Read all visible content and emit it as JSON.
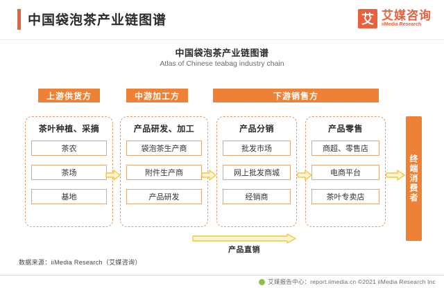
{
  "header": {
    "title": "中国袋泡茶产业链图谱",
    "logo": {
      "mark": "艾",
      "cn": "艾媒咨询",
      "en": "iiMedia Research"
    }
  },
  "chart_data": {
    "type": "diagram",
    "title": "中国袋泡茶产业链图谱",
    "subtitle": "Atlas of Chinese teabag industry chain",
    "stages": [
      {
        "label": "上游供货方"
      },
      {
        "label": "中游加工方"
      },
      {
        "label": "下游销售方"
      }
    ],
    "groups": [
      {
        "title": "茶叶种植、采摘",
        "items": [
          "茶农",
          "茶场",
          "基地"
        ]
      },
      {
        "title": "产品研发、加工",
        "items": [
          "袋泡茶生产商",
          "附件生产商",
          "产品研发"
        ]
      },
      {
        "title": "产品分销",
        "items": [
          "批发市场",
          "网上批发商城",
          "经销商"
        ]
      },
      {
        "title": "产品零售",
        "items": [
          "商超、零售店",
          "电商平台",
          "茶叶专卖店"
        ]
      }
    ],
    "direct_flow_label": "产品直销",
    "terminal": "终端消费者",
    "colors": {
      "accent": "#e8603c",
      "stage_bar": "#ed8136",
      "dashed_border": "#e79a60",
      "item_border": "#e0a878",
      "arrow": "#f5c842"
    }
  },
  "footer": {
    "source": "数据来源：iiMedia Research（艾媒咨询）",
    "bottom": "艾媒报告中心：report.iimedia.cn  ©2021  iiMedia Research Inc"
  }
}
